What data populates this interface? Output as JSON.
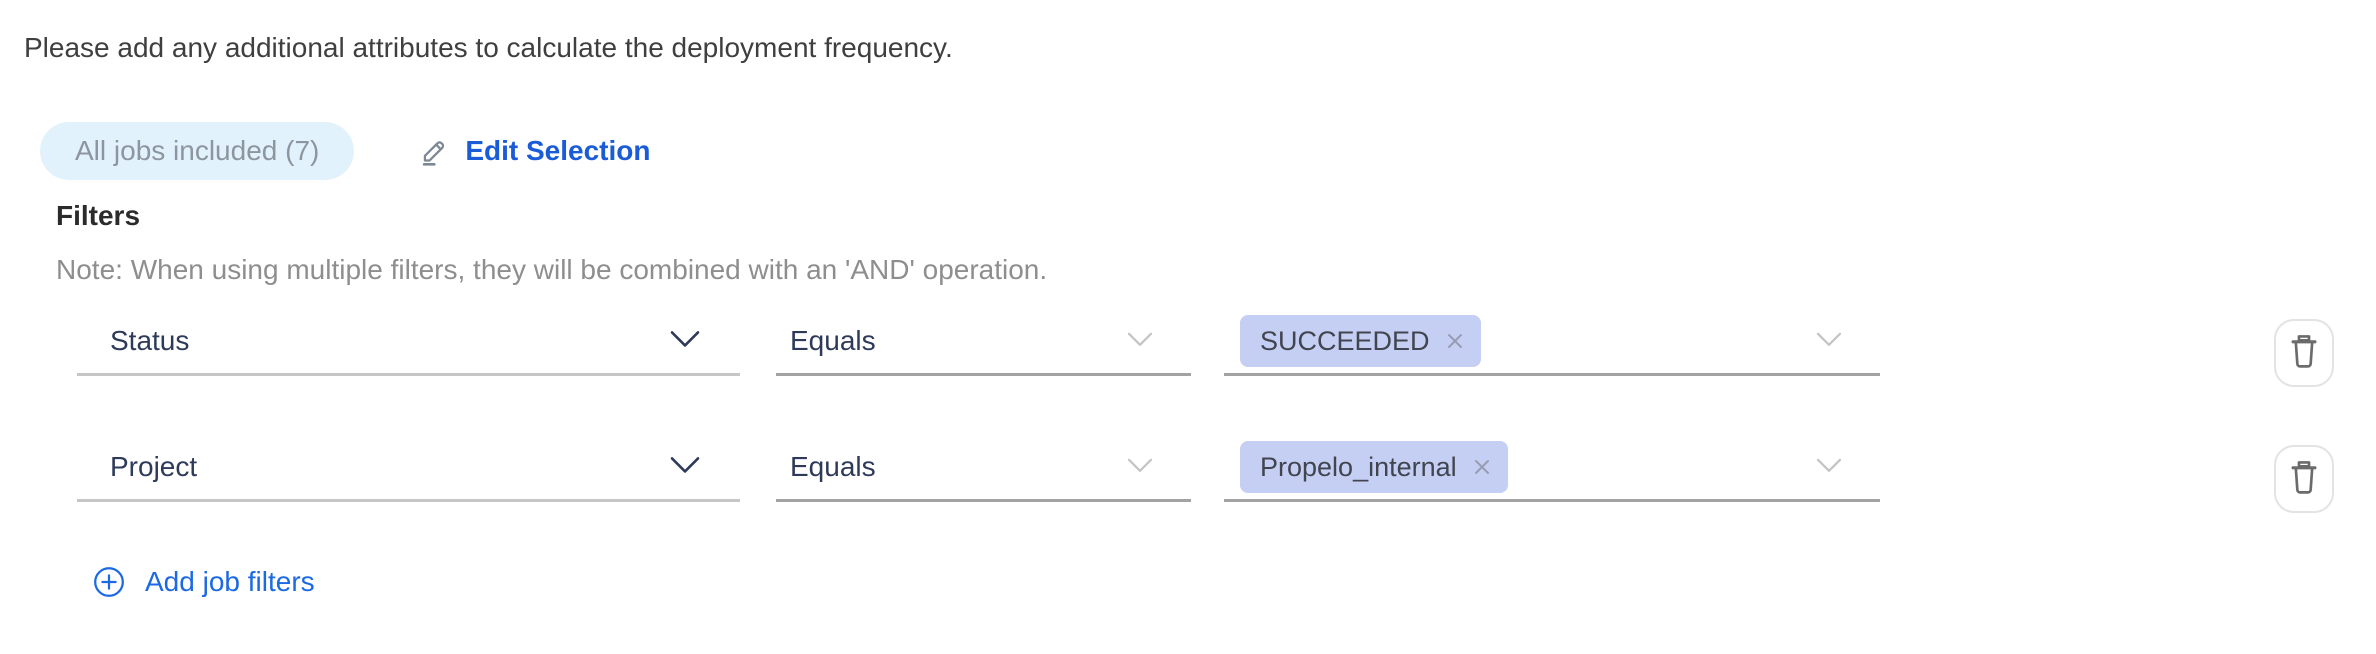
{
  "page": {
    "intro": "Please add any additional attributes to calculate the deployment frequency.",
    "jobs_badge": "All jobs included (7)",
    "edit_selection_label": "Edit Selection",
    "filters_heading": "Filters",
    "filters_note": "Note: When using multiple filters, they will be combined with an 'AND' operation.",
    "add_filters_label": "Add job filters"
  },
  "filters": [
    {
      "attribute": "Status",
      "operator": "Equals",
      "values": [
        "SUCCEEDED"
      ]
    },
    {
      "attribute": "Project",
      "operator": "Equals",
      "values": [
        "Propelo_internal"
      ]
    }
  ],
  "icons": {
    "edit": "pencil-icon",
    "delete": "trash-icon",
    "add": "circle-plus-icon",
    "dropdown": "chevron-down-icon",
    "remove_value": "x-icon"
  },
  "colors": {
    "accent_blue": "#1a5cd8",
    "add_blue": "#1c69e4",
    "badge_bg": "#e2f2fc",
    "badge_text": "#8d959e",
    "tag_bg": "#c5cff4",
    "tag_text": "#41454f",
    "field_text": "#2e3a59",
    "muted_text": "#8e8e8e",
    "dark_text": "#3f3f3f"
  }
}
